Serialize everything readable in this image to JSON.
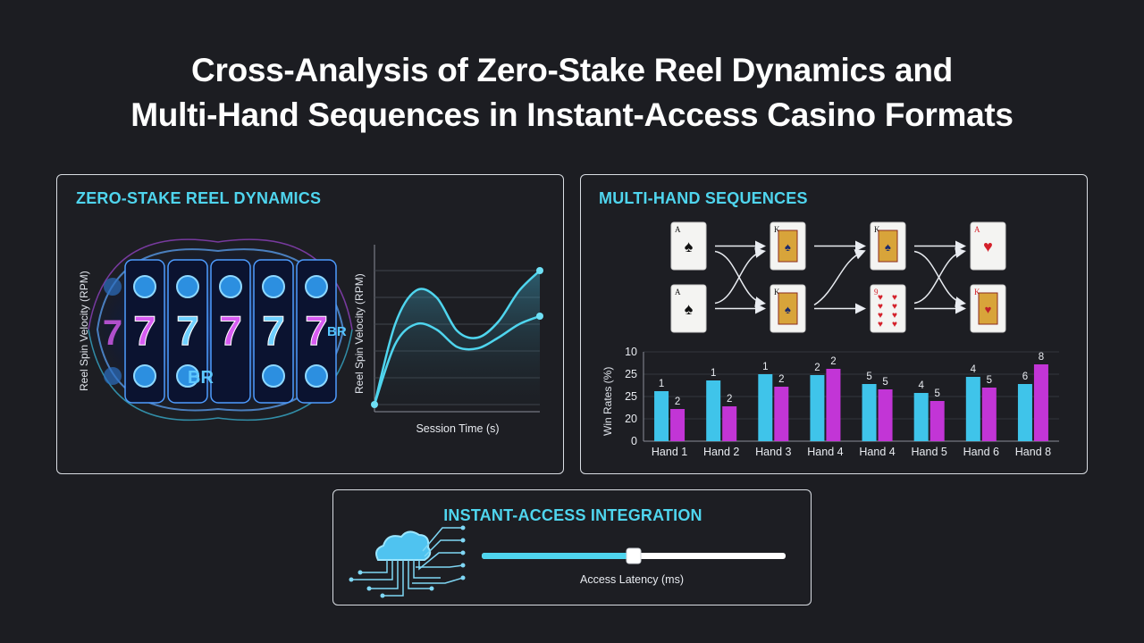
{
  "title": {
    "line1": "Cross-Analysis of Zero-Stake Reel Dynamics and",
    "line2": "Multi-Hand Sequences in Instant-Access Casino Formats"
  },
  "panels": {
    "reel": {
      "title": "ZERO-STAKE REEL DYNAMICS"
    },
    "hand": {
      "title": "MULTI-HAND SEQUENCES"
    },
    "access": {
      "title": "INSTANT-ACCESS INTEGRATION"
    }
  },
  "slot_machine": {
    "side_label": "Reel Spin Velocity (RPM)",
    "symbols": [
      "7",
      "7",
      "7",
      "7",
      "7"
    ],
    "bar_text": "BR",
    "bar_text_right": "BR"
  },
  "cards": {
    "row1": [
      {
        "rank": "A",
        "suit": "♠",
        "color": "#111111"
      },
      {
        "rank": "K",
        "suit": "♠",
        "color": "#111111"
      },
      {
        "rank": "K",
        "suit": "♠",
        "color": "#111111"
      },
      {
        "rank": "A",
        "suit": "♥",
        "color": "#d4202a"
      }
    ],
    "row2": [
      {
        "rank": "A",
        "suit": "♠",
        "color": "#111111"
      },
      {
        "rank": "K",
        "suit": "♠",
        "color": "#111111"
      },
      {
        "rank": "9",
        "suit": "♥",
        "color": "#d4202a"
      },
      {
        "rank": "K",
        "suit": "♥",
        "color": "#d4202a"
      }
    ]
  },
  "chart_data": [
    {
      "type": "line",
      "title": "",
      "xlabel": "Session Time (s)",
      "ylabel": "Reel Spin Velocity (RPM)",
      "grid": true,
      "series": [
        {
          "values": [
            0.0,
            0.6,
            0.85,
            0.8,
            0.55,
            0.5,
            0.62,
            0.85,
            1.0
          ]
        },
        {
          "values": [
            0.0,
            0.45,
            0.6,
            0.56,
            0.43,
            0.42,
            0.5,
            0.6,
            0.66
          ]
        }
      ]
    },
    {
      "type": "bar",
      "title": "",
      "xlabel": "",
      "ylabel": "Win Rates (%)",
      "categories": [
        "Hand 1",
        "Hand 2",
        "Hand 3",
        "Hand 4",
        "Hand 4",
        "Hand 5",
        "Hand 6",
        "Hand 8"
      ],
      "y_tick_labels": [
        "0",
        "20",
        "25",
        "25",
        "10"
      ],
      "ylim": [
        0,
        100
      ],
      "series": [
        {
          "values": [
            56,
            68,
            75,
            74,
            64,
            54,
            72,
            64
          ],
          "labels": [
            "1",
            "1",
            "1",
            "2",
            "5",
            "4",
            "4",
            "6"
          ],
          "color": "#3fc4ea"
        },
        {
          "values": [
            36,
            39,
            61,
            81,
            58,
            45,
            60,
            86
          ],
          "labels": [
            "2",
            "2",
            "2",
            "2",
            "5",
            "5",
            "5",
            "8"
          ],
          "color": "#c235d6"
        }
      ]
    }
  ],
  "access": {
    "slider_label": "Access Latency (ms)",
    "slider_value": 0.5
  },
  "colors": {
    "accent_cyan": "#4fd5ee",
    "accent_magenta": "#c235d6",
    "background": "#1c1d22"
  }
}
